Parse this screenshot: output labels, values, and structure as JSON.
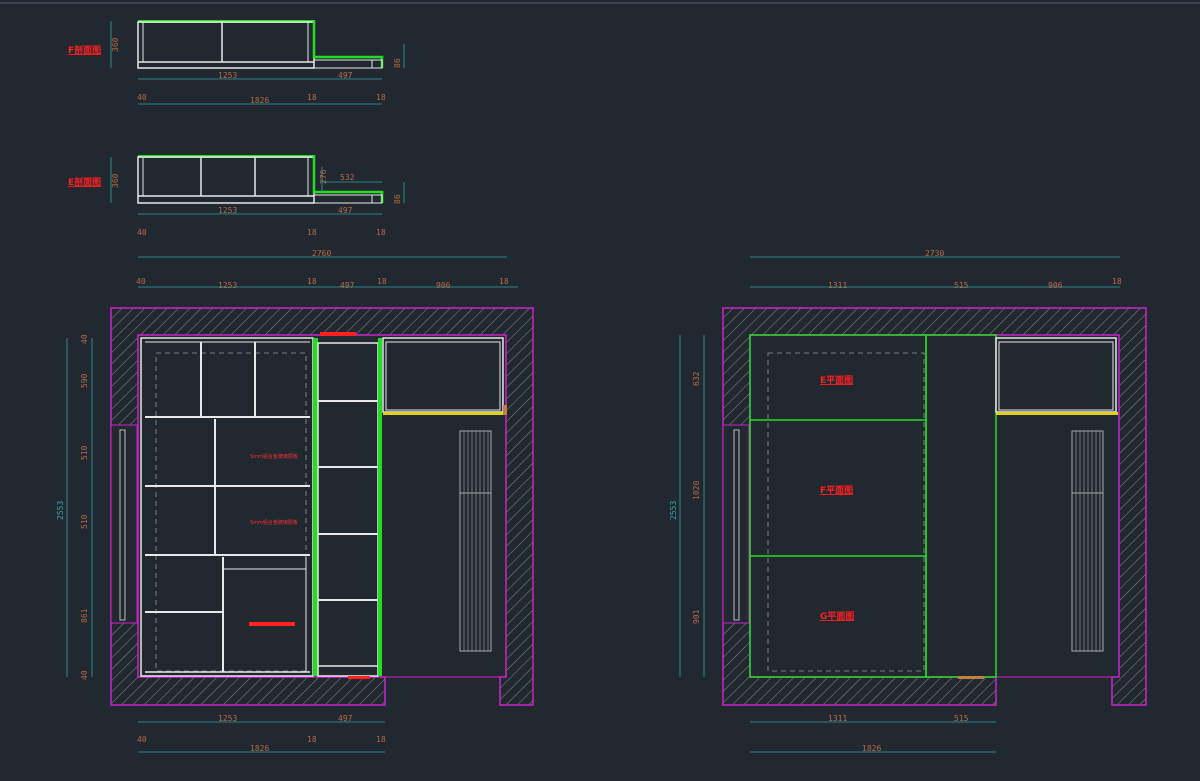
{
  "colors": {
    "background": "#212830",
    "cabinet": "#e8e8e8",
    "panel_green": "#22dd22",
    "wall_magenta": "#cc22cc",
    "dim_cyan": "#2fa5a5",
    "dim_text": "#b86a4a",
    "label_red": "#ff2020",
    "accent_yellow": "#e0d020"
  },
  "section_f": {
    "label": "F剖面图",
    "height_dim": "360",
    "side_dim": "86",
    "bottom_top": [
      "1253",
      "497"
    ],
    "bottom_bot": [
      "40",
      "18",
      "18"
    ],
    "total": "1826"
  },
  "section_e": {
    "label": "E剖面图",
    "height_dim": "360",
    "mid_dim": "276",
    "inner_dim": "532",
    "side_dim": "86",
    "bottom_top": [
      "1253",
      "497"
    ],
    "bottom_bot": [
      "40",
      "18",
      "18"
    ]
  },
  "left_plan": {
    "total_width": "2760",
    "top_dims": [
      "40",
      "1253",
      "18",
      "497",
      "18",
      "906",
      "18"
    ],
    "left_height": "2553",
    "left_dims": [
      "40",
      "590",
      "510",
      "510",
      "861",
      "40"
    ],
    "bottom_top": [
      "1253",
      "497"
    ],
    "bottom_bot": [
      "40",
      "18",
      "18"
    ],
    "bottom_total": "1826",
    "note_1": "5mm铝合金玻璃层板",
    "note_2": "5mm铝合金玻璃层板"
  },
  "right_plan": {
    "total_width": "2730",
    "top_dims": [
      "1311",
      "515",
      "906",
      "18"
    ],
    "left_height": "2553",
    "left_dims": [
      "632",
      "1020",
      "901"
    ],
    "label_e": "E平面图",
    "label_f": "F平面图",
    "label_g": "G平面图",
    "bottom_top": [
      "1311",
      "515"
    ],
    "bottom_total": "1826"
  }
}
